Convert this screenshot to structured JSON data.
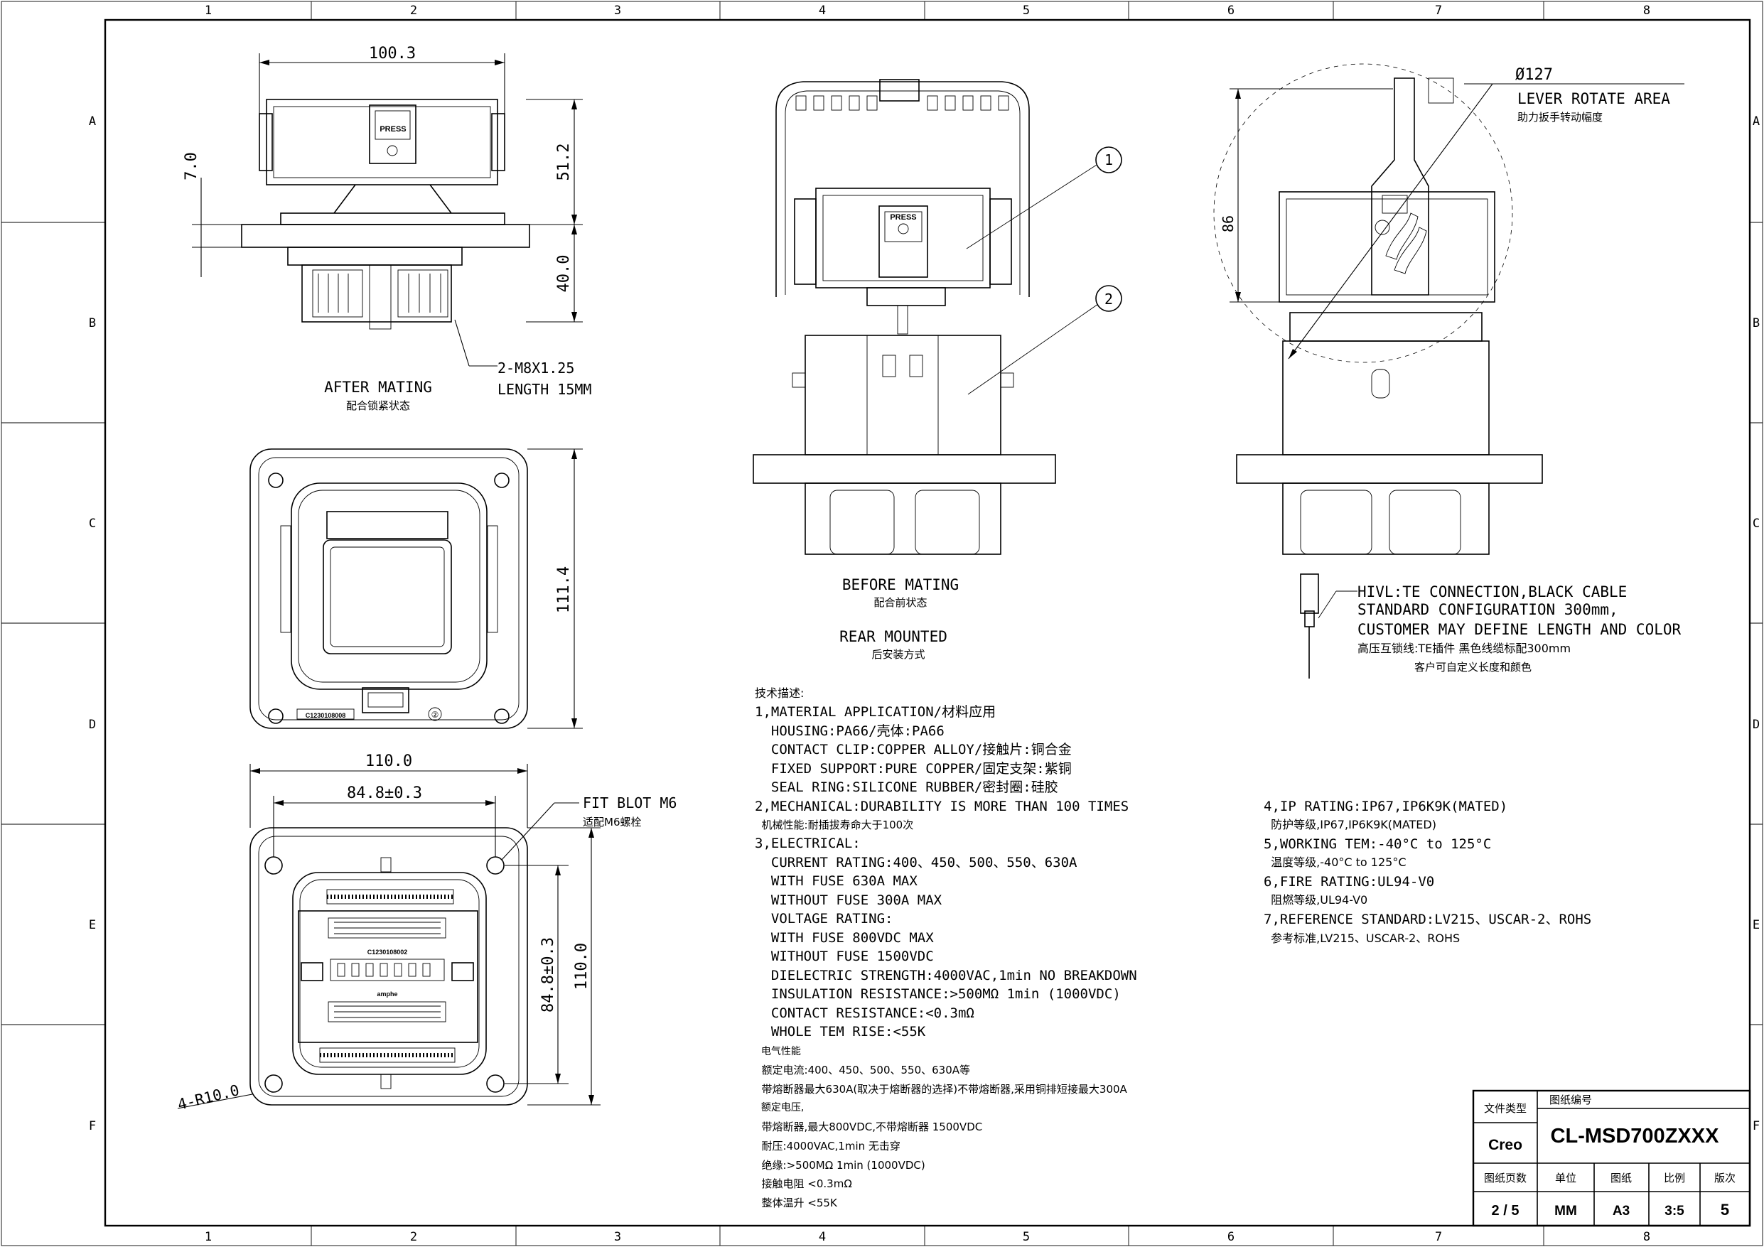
{
  "zones": {
    "cols": [
      "1",
      "2",
      "3",
      "4",
      "5",
      "6",
      "7",
      "8"
    ],
    "rows": [
      "A",
      "B",
      "C",
      "D",
      "E",
      "F"
    ]
  },
  "views": {
    "after_mating": {
      "dim_width": "100.3",
      "dim_height_top": "51.2",
      "dim_height_bottom": "40.0",
      "dim_flange": "7.0",
      "thread_line1": "2-M8X1.25",
      "thread_line2": "LENGTH 15MM",
      "label_en": "AFTER MATING",
      "label_cn": "配合锁紧状态",
      "press_text": "PRESS"
    },
    "rear_top": {
      "dim_height": "111.4",
      "part_code": "C1230108008",
      "marker": "②"
    },
    "rear_flange": {
      "dim_total": "110.0",
      "dim_hole": "84.8±0.3",
      "dim_hole_v": "84.8±0.3",
      "dim_total_v": "110.0",
      "bolt_line1": "FIT BLOT M6",
      "bolt_line2": "适配M6螺栓",
      "radius": "4-R10.0",
      "part_code": "C1230108002",
      "brand": "amphe"
    },
    "before_mating": {
      "callout1": "1",
      "callout2": "2",
      "label_en": "BEFORE MATING",
      "label_cn": "配合前状态",
      "mount_en": "REAR MOUNTED",
      "mount_cn": "后安装方式",
      "press_text": "PRESS"
    },
    "side": {
      "dim_diameter": "Ø127",
      "rotate_en": "LEVER ROTATE AREA",
      "rotate_cn": "助力扳手转动幅度",
      "dim_height": "86",
      "hvil_lines": [
        "HIVL:TE CONNECTION,BLACK CABLE",
        "  STANDARD CONFIGURATION 300mm,",
        "CUSTOMER MAY DEFINE LENGTH AND COLOR",
        "高压互锁线:TE插件  黑色线缆标配300mm",
        "客户可自定义长度和颜色"
      ]
    }
  },
  "notes_left": [
    "技术描述:",
    "1,MATERIAL APPLICATION/材料应用",
    "  HOUSING:PA66/壳体:PA66",
    "  CONTACT CLIP:COPPER ALLOY/接触片:铜合金",
    "  FIXED SUPPORT:PURE COPPER/固定支架:紫铜",
    "  SEAL RING:SILICONE RUBBER/密封圈:硅胶",
    "2,MECHANICAL:DURABILITY IS MORE THAN 100 TIMES",
    "  机械性能:耐插拔寿命大于100次",
    "3,ELECTRICAL:",
    "  CURRENT RATING:400、450、500、550、630A",
    "  WITH FUSE 630A MAX",
    "  WITHOUT FUSE 300A MAX",
    "  VOLTAGE RATING:",
    "  WITH FUSE 800VDC MAX",
    "  WITHOUT FUSE 1500VDC",
    "  DIELECTRIC STRENGTH:4000VAC,1min NO BREAKDOWN",
    "  INSULATION RESISTANCE:>500MΩ 1min (1000VDC)",
    "  CONTACT RESISTANCE:<0.3mΩ",
    "  WHOLE TEM RISE:<55K",
    "  电气性能",
    "  额定电流:400、450、500、550、630A等",
    "  带熔断器最大630A(取决于熔断器的选择)不带熔断器,采用铜排短接最大300A",
    "  额定电压,",
    "  带熔断器,最大800VDC,不带熔断器 1500VDC",
    "  耐压:4000VAC,1min 无击穿",
    "  绝缘:>500MΩ 1min (1000VDC)",
    "  接触电阻 <0.3mΩ",
    "  整体温升 <55K"
  ],
  "notes_right": [
    "4,IP RATING:IP67,IP6K9K(MATED)",
    "  防护等级,IP67,IP6K9K(MATED)",
    "5,WORKING TEM:-40°C to 125°C",
    "  温度等级,-40°C to 125°C",
    "6,FIRE RATING:UL94-V0",
    "  阻燃等级,UL94-V0",
    "7,REFERENCE STANDARD:LV215、USCAR-2、ROHS",
    "  参考标准,LV215、USCAR-2、ROHS"
  ],
  "title_block": {
    "file_type_label": "文件类型",
    "file_type": "Creo",
    "drawing_no_label": "图纸编号",
    "drawing_no": "CL-MSD700ZXXX",
    "pages_label": "图纸页数",
    "pages": "2 / 5",
    "unit_label": "单位",
    "unit": "MM",
    "paper_label": "图纸",
    "paper": "A3",
    "scale_label": "比例",
    "scale": "3:5",
    "rev_label": "版次",
    "rev": "5"
  }
}
